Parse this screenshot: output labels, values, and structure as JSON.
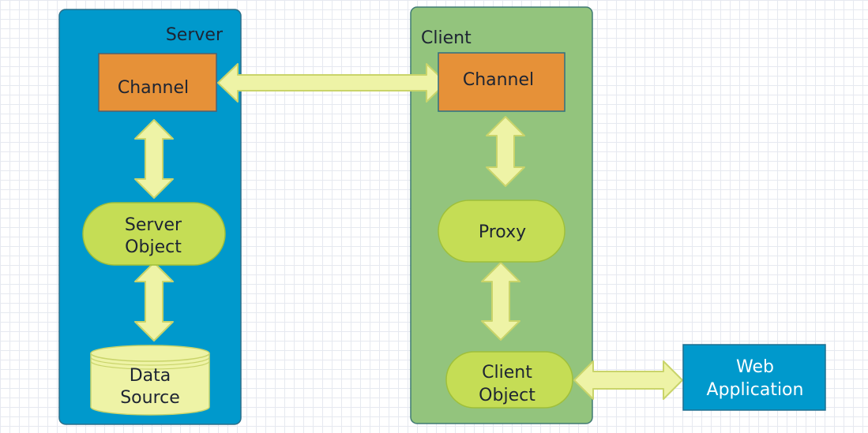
{
  "server": {
    "title": "Server",
    "channel_label": "Channel",
    "object_line1": "Server",
    "object_line2": "Object",
    "datasource_line1": "Data",
    "datasource_line2": "Source"
  },
  "client": {
    "title": "Client",
    "channel_label": "Channel",
    "proxy_label": "Proxy",
    "object_line1": "Client",
    "object_line2": "Object"
  },
  "web_app": {
    "line1": "Web",
    "line2": "Application"
  },
  "colors": {
    "server_container": "#0099cc",
    "client_container": "#93c47d",
    "channel_fill": "#e69138",
    "object_fill": "#c5dd55",
    "datasource_fill": "#eef3a6",
    "arrow_fill": "#eef3a6",
    "arrow_stroke": "#c9d46a",
    "web_app_fill": "#0099cc"
  }
}
